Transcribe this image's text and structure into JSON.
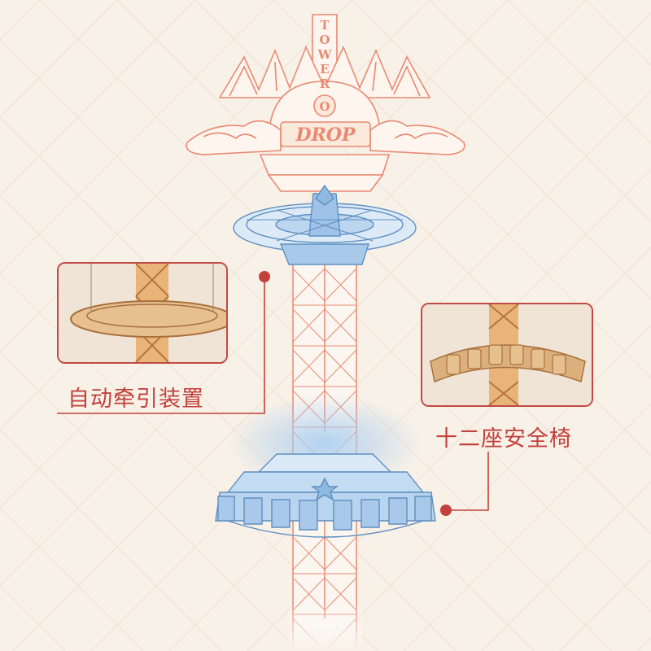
{
  "sign": {
    "vertical_letters": [
      "T",
      "O",
      "W",
      "E",
      "R"
    ],
    "top_text": "O",
    "main_text": "DROP"
  },
  "callouts": [
    {
      "label": "自动牵引装置"
    },
    {
      "label": "十二座安全椅"
    }
  ],
  "colors": {
    "background": "#f8f1e8",
    "accent_red": "#c2413c",
    "tower_outline": "#e88a72",
    "part_blue": "#8eb9e0",
    "wood": "#d9a36a"
  }
}
